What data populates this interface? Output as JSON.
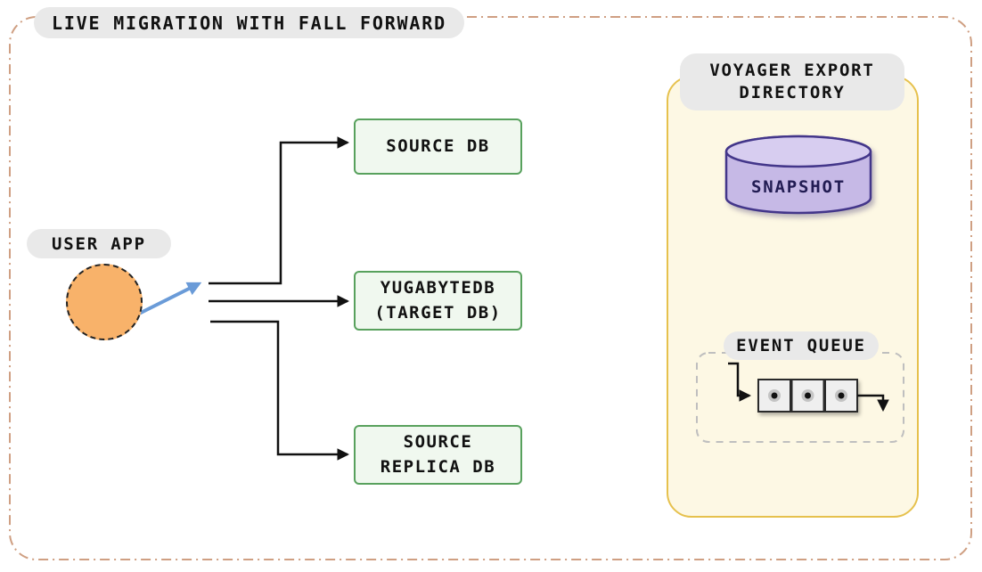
{
  "title": "LIVE MIGRATION WITH FALL FORWARD",
  "user_app": {
    "label": "USER APP"
  },
  "db_boxes": {
    "source": {
      "lines": [
        "SOURCE DB"
      ]
    },
    "target": {
      "lines": [
        "YUGABYTEDB",
        "(TARGET DB)"
      ]
    },
    "replica": {
      "lines": [
        "SOURCE",
        "REPLICA DB"
      ]
    }
  },
  "voyager": {
    "title_lines": [
      "VOYAGER EXPORT",
      "DIRECTORY"
    ],
    "snapshot_label": "SNAPSHOT",
    "event_queue_label": "EVENT QUEUE"
  },
  "colors": {
    "outer_border": "#cf9f82",
    "pill_bg": "#e9e9e9",
    "text": "#111111",
    "green_border": "#58a15d",
    "green_fill": "#f0f8ef",
    "orange_fill": "#f8b26a",
    "blue_arrow": "#6a9bd8",
    "panel_fill": "#fdf8e4",
    "panel_border": "#e6c14d",
    "cylinder_fill": "#c6b9e6",
    "cylinder_top": "#d7cdf0",
    "cylinder_border": "#43368a",
    "connector": "#111111",
    "queue_border": "#bfbfbf"
  }
}
